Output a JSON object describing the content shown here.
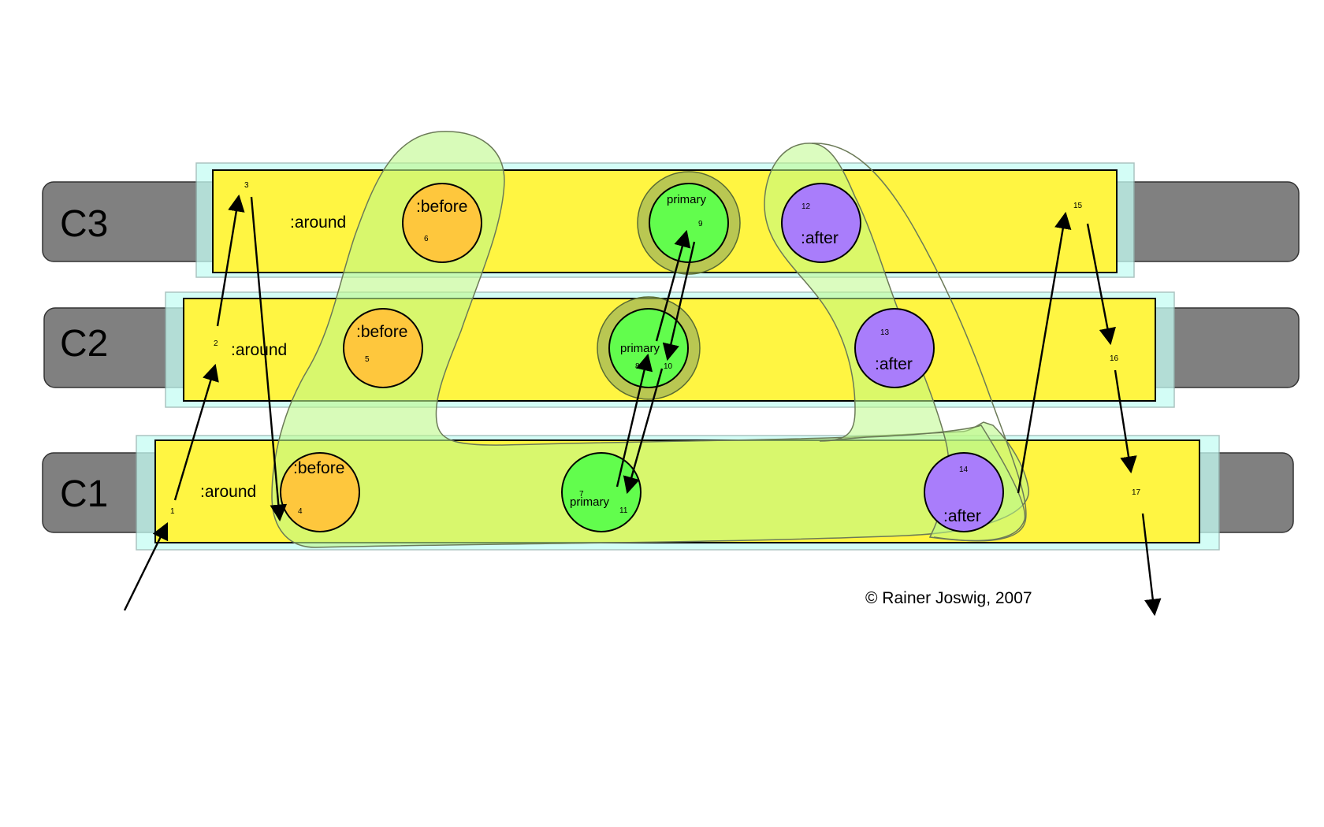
{
  "classes": [
    {
      "id": "c3",
      "label": "C3",
      "around_label": ":around",
      "before_label": ":before",
      "primary_label": "primary",
      "after_label": ":after"
    },
    {
      "id": "c2",
      "label": "C2",
      "around_label": ":around",
      "before_label": ":before",
      "primary_label": "primary",
      "after_label": ":after"
    },
    {
      "id": "c1",
      "label": "C1",
      "around_label": ":around",
      "before_label": ":before",
      "primary_label": "primary",
      "after_label": ":after"
    }
  ],
  "steps": [
    "1",
    "2",
    "3",
    "4",
    "5",
    "6",
    "7",
    "8",
    "9",
    "10",
    "11",
    "12",
    "13",
    "14",
    "15",
    "16",
    "17"
  ],
  "copyright": "© Rainer Joswig, 2007",
  "colors": {
    "band_gray": "#808080",
    "band_yellow": "#fff542",
    "halo_cyan": "#c5fdf3",
    "before_orange": "#fec73d",
    "primary_green": "#62fd4d",
    "after_purple": "#a97dfb",
    "blob_green": "#bef98a"
  }
}
